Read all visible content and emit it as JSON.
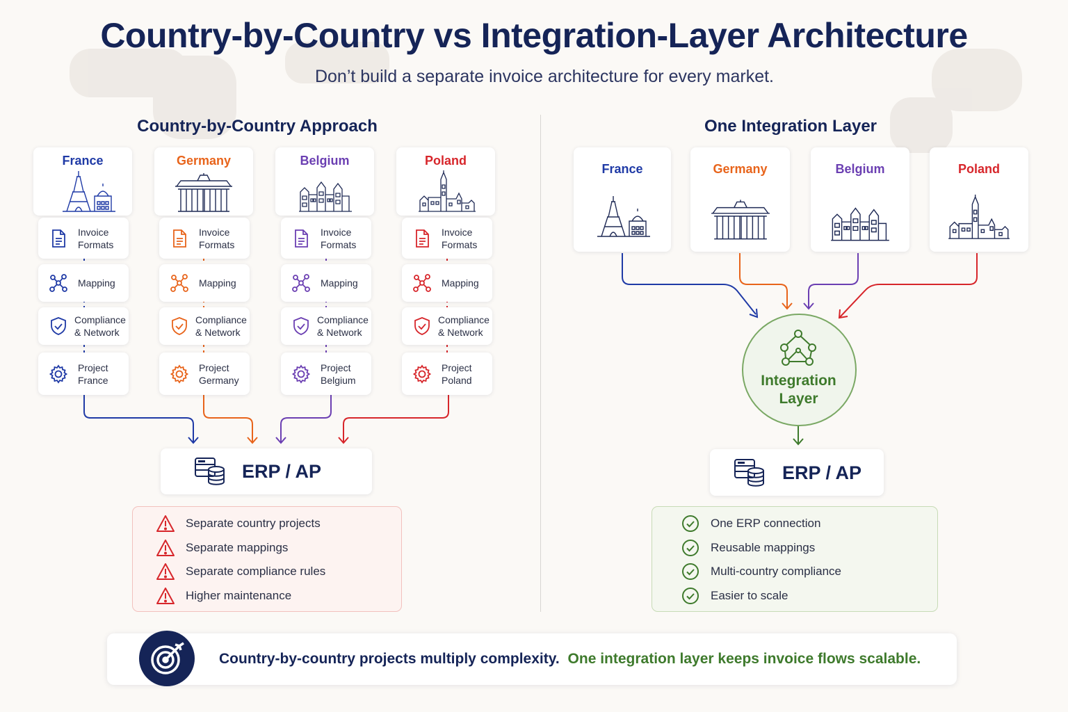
{
  "title": "Country-by-Country vs Integration-Layer Architecture",
  "subtitle": "Don’t build a separate invoice architecture for every market.",
  "colors": {
    "france": "#1f3aa6",
    "germany": "#e8641b",
    "belgium": "#6b3fb2",
    "poland": "#d7262b",
    "navy": "#152457",
    "green": "#3e7a2c",
    "red": "#d7262b"
  },
  "left": {
    "heading": "Country-by-Country Approach",
    "countries": [
      {
        "name": "France",
        "color": "#1f3aa6",
        "steps": [
          "Invoice\nFormats",
          "Mapping",
          "Compliance\n& Network",
          "Project\nFrance"
        ]
      },
      {
        "name": "Germany",
        "color": "#e8641b",
        "steps": [
          "Invoice\nFormats",
          "Mapping",
          "Compliance\n& Network",
          "Project\nGermany"
        ]
      },
      {
        "name": "Belgium",
        "color": "#6b3fb2",
        "steps": [
          "Invoice\nFormats",
          "Mapping",
          "Compliance\n& Network",
          "Project\nBelgium"
        ]
      },
      {
        "name": "Poland",
        "color": "#d7262b",
        "steps": [
          "Invoice\nFormats",
          "Mapping",
          "Compliance\n& Network",
          "Project\nPoland"
        ]
      }
    ],
    "erp": "ERP / AP",
    "issues": [
      "Separate country projects",
      "Separate mappings",
      "Separate compliance rules",
      "Higher maintenance"
    ]
  },
  "right": {
    "heading": "One Integration Layer",
    "countries": [
      {
        "name": "France",
        "color": "#1f3aa6"
      },
      {
        "name": "Germany",
        "color": "#e8641b"
      },
      {
        "name": "Belgium",
        "color": "#6b3fb2"
      },
      {
        "name": "Poland",
        "color": "#d7262b"
      }
    ],
    "hub": "Integration\nLayer",
    "erp": "ERP / AP",
    "benefits": [
      "One ERP connection",
      "Reusable mappings",
      "Multi-country compliance",
      "Easier to scale"
    ]
  },
  "footer": {
    "part1": "Country-by-country projects multiply complexity.",
    "part2": "One integration layer keeps invoice flows scalable."
  }
}
